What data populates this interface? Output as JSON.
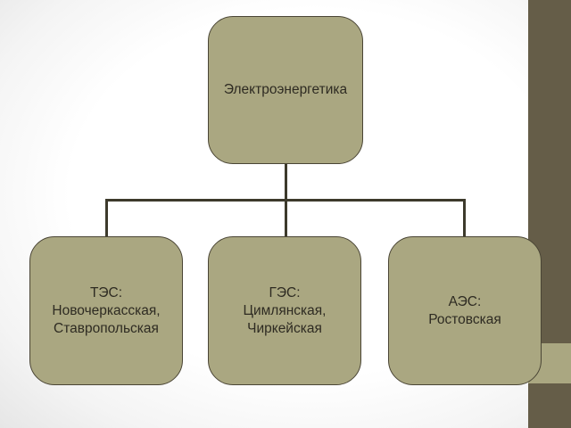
{
  "diagram": {
    "type": "hierarchy",
    "root": {
      "label": "Электроэнергетика"
    },
    "children": [
      {
        "label": "ТЭС:\nНовочеркасская,\nСтавропольская"
      },
      {
        "label": "ГЭС:\nЦимлянская,\nЧиркейская"
      },
      {
        "label": "АЭС:\nРостовская"
      }
    ]
  },
  "colors": {
    "node_fill": "#aaa781",
    "node_border": "#4a4535",
    "connector": "#3d3a2c",
    "side_bar": "#655d48",
    "background": "#ffffff"
  }
}
